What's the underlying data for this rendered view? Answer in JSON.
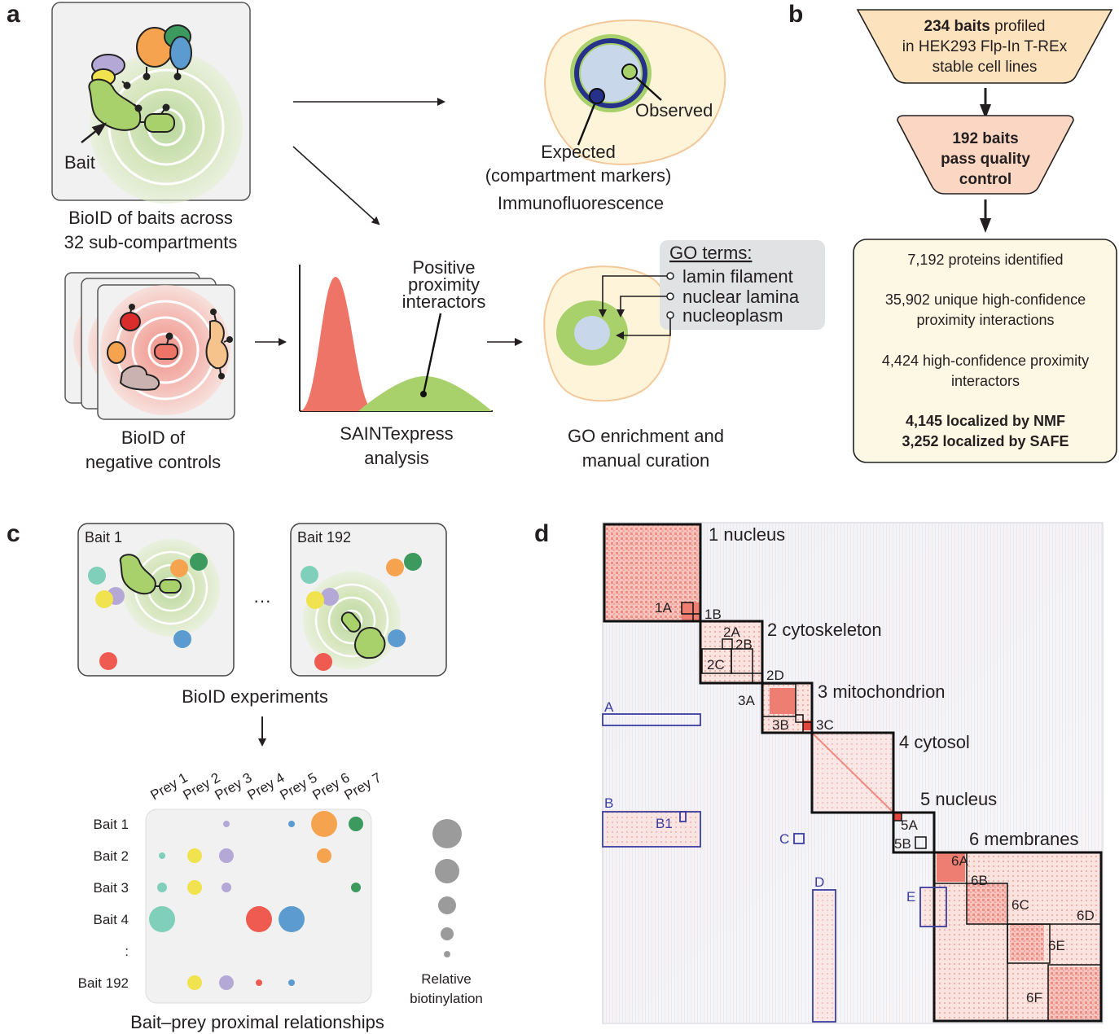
{
  "panel_a": {
    "label": "a",
    "bait_arrow_label": "Bait",
    "biotid_baits_caption": [
      "BioID of baits across",
      "32 sub-compartments"
    ],
    "observed_label": "Observed",
    "expected_label": [
      "Expected",
      "(compartment markers)"
    ],
    "if_caption": "Immunofluorescence",
    "negative_controls_caption": [
      "BioID of",
      "negative controls"
    ],
    "positive_label": [
      "Positive",
      "proximity",
      "interactors"
    ],
    "saint_caption": [
      "SAINTexpress",
      "analysis"
    ],
    "go_header": "GO terms:",
    "go_terms": [
      "lamin filament",
      "nuclear lamina",
      "nucleoplasm"
    ],
    "go_caption": [
      "GO enrichment and",
      "manual curation"
    ]
  },
  "panel_b": {
    "label": "b",
    "box1_bold": "234 baits",
    "box1_rest": " profiled",
    "box1_lines": [
      "in HEK293 Flp-In T-REx",
      "stable cell lines"
    ],
    "box2_lines": [
      "192 baits",
      "pass quality",
      "control"
    ],
    "stats": [
      [
        "7,192 proteins identified"
      ],
      [
        "35,902 unique high-confidence",
        "proximity interactions"
      ],
      [
        "4,424 high-confidence proximity",
        "interactors"
      ]
    ],
    "stats_bold": [
      "4,145 localized by NMF",
      "3,252 localized by SAFE"
    ]
  },
  "panel_c": {
    "label": "c",
    "bait_cards": [
      "Bait 1",
      "Bait 192"
    ],
    "ellipsis": "···",
    "experiments_caption": "BioID experiments",
    "prey_labels": [
      "Prey 1",
      "Prey 2",
      "Prey 3",
      "Prey 4",
      "Prey 5",
      "Prey 6",
      "Prey 7"
    ],
    "bait_rows": [
      "Bait 1",
      "Bait 2",
      "Bait 3",
      "Bait 4",
      ":",
      "Bait 192"
    ],
    "prey_colors": [
      "#7fcfba",
      "#f1e24f",
      "#b4a9d6",
      "#ef5b50",
      "#5b9bd0",
      "#f6a34f",
      "#3c9a5e"
    ],
    "dotplot_values": [
      [
        0,
        0,
        1,
        0,
        1,
        5,
        3
      ],
      [
        1,
        3,
        3,
        0,
        0,
        3,
        0
      ],
      [
        2,
        3,
        2,
        0,
        0,
        0,
        2
      ],
      [
        5,
        0,
        0,
        5,
        5,
        0,
        0
      ],
      [
        0,
        3,
        3,
        1,
        1,
        0,
        0
      ]
    ],
    "legend_title": [
      "Relative",
      "biotinylation"
    ],
    "caption": "Bait–prey proximal relationships"
  },
  "panel_d": {
    "label": "d",
    "clusters": [
      "1 nucleus",
      "2 cytoskeleton",
      "3 mitochondrion",
      "4 cytosol",
      "5 nucleus",
      "6 membranes"
    ],
    "subclusters": [
      "1A",
      "1B",
      "2A",
      "2B",
      "2C",
      "2D",
      "3A",
      "3B",
      "3C",
      "5A",
      "5B",
      "6A",
      "6B",
      "6C",
      "6D",
      "6E",
      "6F"
    ],
    "off_diagonal": [
      "A",
      "B",
      "B1",
      "C",
      "D",
      "E"
    ]
  }
}
